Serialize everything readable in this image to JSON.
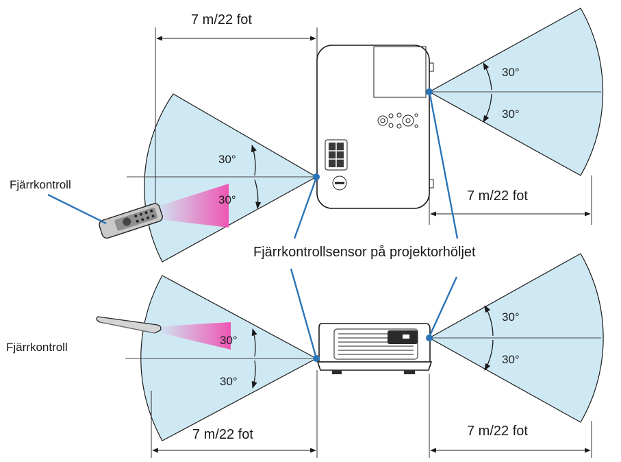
{
  "labels": {
    "distance": "7 m/22 fot",
    "angle": "30°",
    "remote": "Fjärrkontroll",
    "sensor": "Fjärrkontrollsensor på projektorhöljet"
  },
  "colors": {
    "cone_fill": "#cfe9f4",
    "beam": "#f04fb0",
    "leader": "#2a74b7"
  }
}
